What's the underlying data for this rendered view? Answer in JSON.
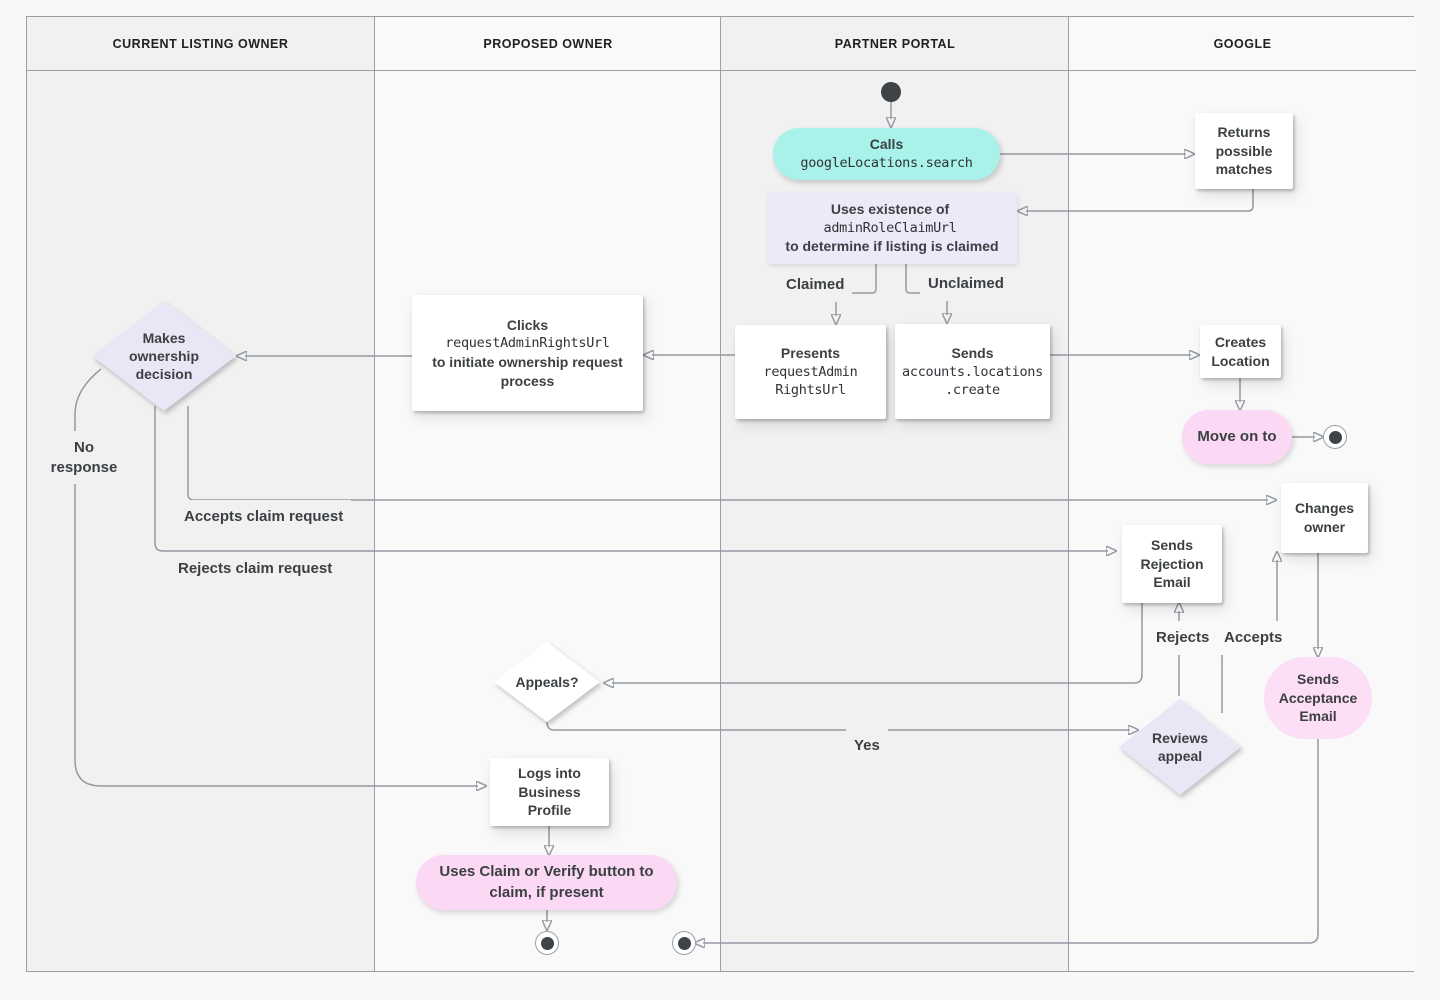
{
  "lanes": [
    {
      "label": "CURRENT LISTING OWNER"
    },
    {
      "label": "PROPOSED OWNER"
    },
    {
      "label": "PARTNER PORTAL"
    },
    {
      "label": "GOOGLE"
    }
  ],
  "nodes": {
    "calls": {
      "label": "Calls",
      "code": "googleLocations.search"
    },
    "returns": {
      "label": "Returns possible matches"
    },
    "uses": {
      "pre": "Uses existence of",
      "code": "adminRoleClaimUrl",
      "post": "to determine if listing is claimed"
    },
    "presents": {
      "label": "Presents",
      "code1": "requestAdmin",
      "code2": "RightsUrl"
    },
    "sends_create": {
      "label": "Sends",
      "code1": "accounts.locations",
      "code2": ".create"
    },
    "clicks": {
      "label1": "Clicks",
      "code": "requestAdminRightsUrl",
      "label2": "to initiate ownership request process"
    },
    "decision": {
      "label": "Makes ownership decision"
    },
    "creates": {
      "label": "Creates Location"
    },
    "move_on": {
      "label": "Move on to"
    },
    "changes": {
      "label": "Changes owner"
    },
    "rejection": {
      "label": "Sends Rejection Email"
    },
    "acceptance": {
      "label": "Sends Acceptance Email"
    },
    "appeals": {
      "label": "Appeals?"
    },
    "reviews": {
      "label": "Reviews appeal"
    },
    "logs": {
      "label": "Logs into Business Profile"
    },
    "claim_button": {
      "label": "Uses Claim or Verify button to claim, if present"
    }
  },
  "edge_labels": {
    "claimed": "Claimed",
    "unclaimed": "Unclaimed",
    "no_response": "No response",
    "accepts_claim": "Accepts claim request",
    "rejects_claim": "Rejects claim request",
    "rejects": "Rejects",
    "accepts": "Accepts",
    "yes": "Yes"
  },
  "colors": {
    "lane_gray": "#f1f1f2",
    "lane_light": "#f9f9fa",
    "teal_action": "#a9f2ea",
    "lavender": "#eae6f6",
    "pink": "#fbd8f4",
    "line": "#949aa1",
    "text": "#3c4043"
  }
}
